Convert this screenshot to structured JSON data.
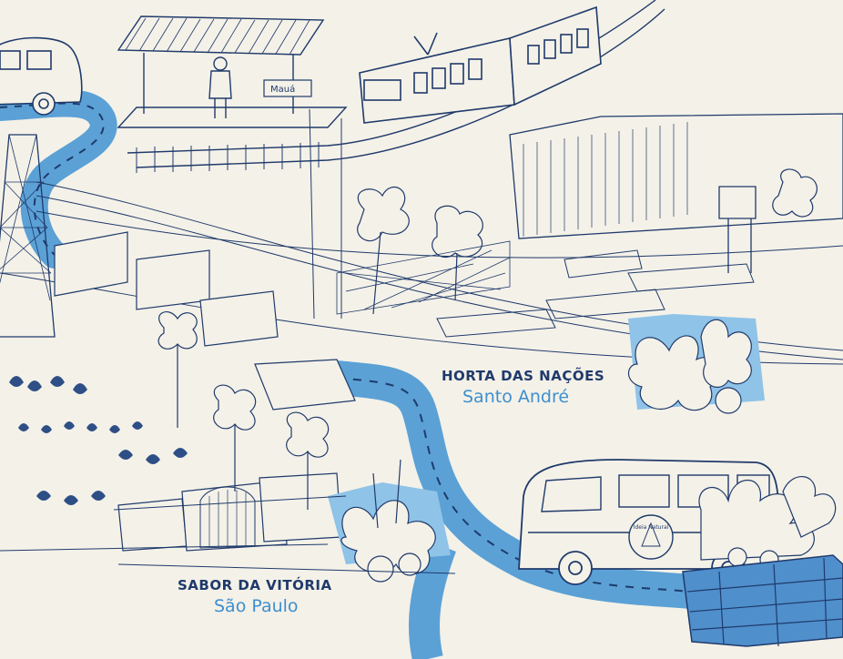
{
  "illustration": {
    "station_sign": "Mauá",
    "van_logo_text": "Ideia Natural"
  },
  "locations": [
    {
      "title": "HORTA DAS NAÇÕES",
      "subtitle": "Santo André"
    },
    {
      "title": "SABOR DA VITÓRIA",
      "subtitle": "São Paulo"
    }
  ],
  "colors": {
    "background": "#f4f1e8",
    "ink": "#1f3a6b",
    "road": "#5ba1d6",
    "road_light": "#8fc3e8",
    "accent_text": "#3d8fcf"
  }
}
